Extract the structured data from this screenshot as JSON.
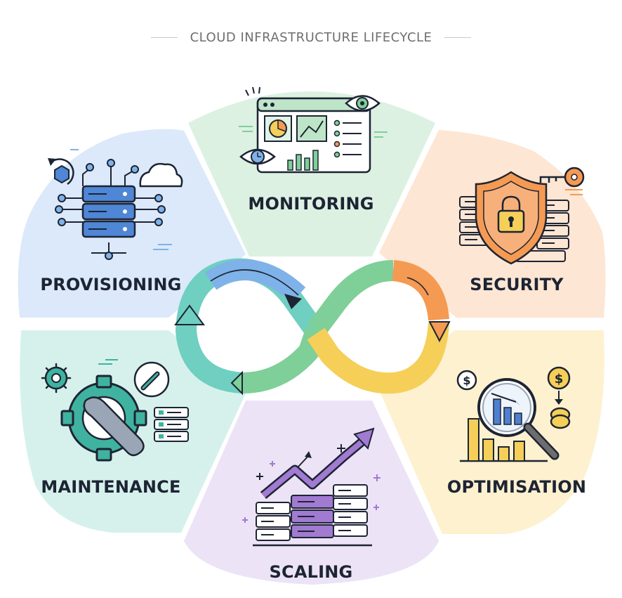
{
  "title": "CLOUD INFRASTRUCTURE LIFECYCLE",
  "stages": [
    {
      "id": "monitoring",
      "label": "MONITORING",
      "color": "#dcf1e2"
    },
    {
      "id": "security",
      "label": "SECURITY",
      "color": "#fde6d3"
    },
    {
      "id": "optimisation",
      "label": "OPTIMISATION",
      "color": "#fdf1cf"
    },
    {
      "id": "scaling",
      "label": "SCALING",
      "color": "#ece3f6"
    },
    {
      "id": "maintenance",
      "label": "MAINTENANCE",
      "color": "#d6f1ec"
    },
    {
      "id": "provisioning",
      "label": "PROVISIONING",
      "color": "#dbe9fa"
    }
  ],
  "icons": {
    "monitoring": "dashboard-eye-icon",
    "security": "shield-lock-icon",
    "optimisation": "magnifier-chart-icon",
    "scaling": "growth-servers-icon",
    "maintenance": "gear-wrench-icon",
    "provisioning": "server-network-icon",
    "center": "infinity-loop-icon"
  },
  "loop_colors": {
    "blue": "#7fb2e8",
    "green": "#7fcf98",
    "orange": "#f59a52",
    "yellow": "#f5cf58",
    "teal": "#6fcfc0"
  }
}
